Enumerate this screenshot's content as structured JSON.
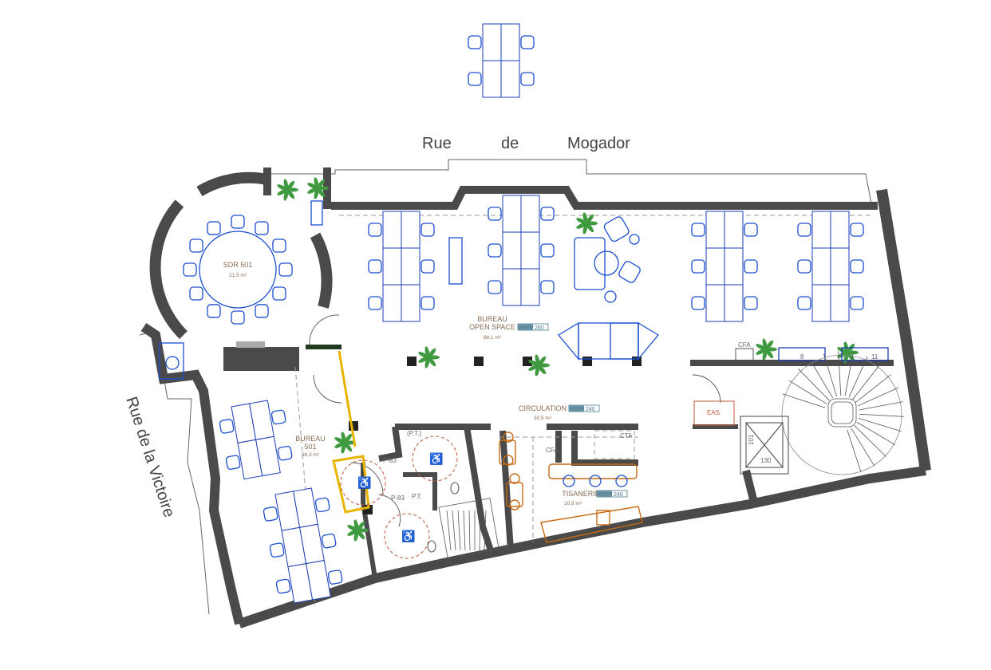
{
  "streets": {
    "top": [
      "Rue",
      "de",
      "Mogador"
    ],
    "left": "Rue de la Victoire"
  },
  "rooms": {
    "sdr": {
      "name": "SDR 501",
      "area": "21,5 m²"
    },
    "bureau501": {
      "name_line1": "BUREAU",
      "name_line2": "501",
      "area": "36,3 m²"
    },
    "open_space": {
      "name_line1": "BUREAU",
      "name_line2": "OPEN SPACE",
      "tag_a": "HSFP",
      "tag_b": "260",
      "area": "88,1 m²"
    },
    "circulation": {
      "name": "CIRCULATION",
      "tag_a": "HSFP",
      "tag_b": "240",
      "area": "30,5 m²"
    },
    "tisanerie": {
      "name": "TISANERIE",
      "tag_a": "HSFP",
      "tag_b": "240",
      "area": "10,9 m²"
    }
  },
  "labels": {
    "p83_a": "P-83",
    "p83_b": "P-83",
    "pt_a": "(P.T.)",
    "pt_b": "P.T.",
    "cta_a": "CTA",
    "cfa_a": "CFA",
    "cfa_b": "CFA",
    "eas": "EAS",
    "lift_w": "130",
    "lift_h": "101",
    "cab_a": "8",
    "cab_b": "11"
  },
  "colors": {
    "wall": "#4a4a4a",
    "furniture": "#1b4fd0",
    "room_label": "#8a6a55",
    "kitchen": "#c76a12",
    "plant": "#3f9a3f"
  }
}
